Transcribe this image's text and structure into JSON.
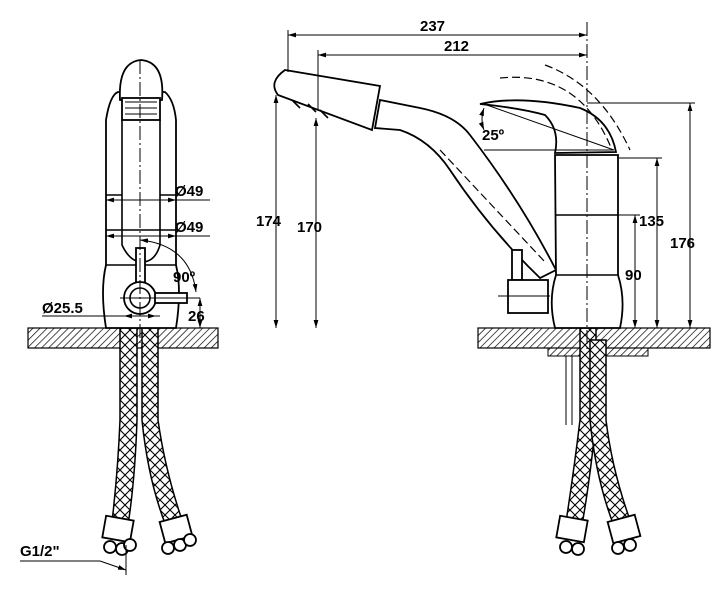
{
  "front_view": {
    "dimensions": {
      "body_diameter_upper": "Ø49",
      "body_diameter_lower": "Ø49",
      "lever_angle": "90º",
      "mount_diameter": "Ø25.5",
      "lever_height": "26",
      "hose_thread": "G1/2\""
    }
  },
  "side_view": {
    "dimensions": {
      "total_length": "237",
      "spout_reach": "212",
      "handle_angle": "25º",
      "total_height": "174",
      "spout_height": "170",
      "body_height": "135",
      "handle_height": "176",
      "lever_height": "90"
    }
  }
}
